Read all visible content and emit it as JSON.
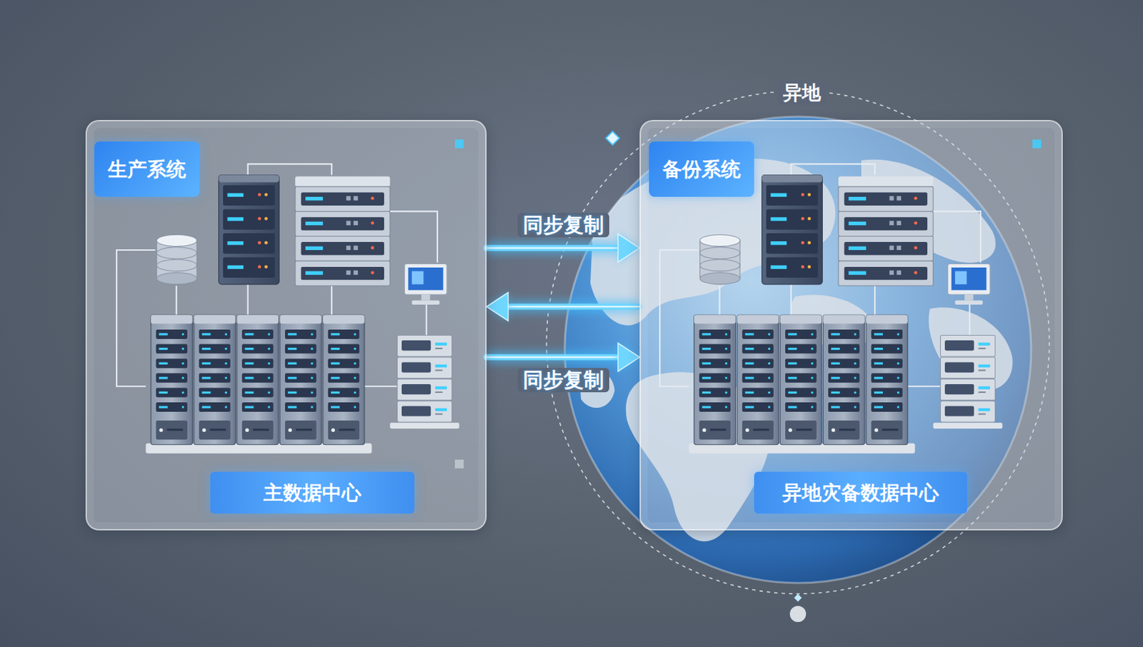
{
  "diagram": {
    "nodes": [
      {
        "text": [
          "生产系统",
          "主数据中心"
        ]
      },
      {
        "text": [
          "备份系统",
          "异地灾备数据中心"
        ]
      }
    ],
    "edges": [
      {
        "from": 0,
        "to": 1,
        "arrow": "to",
        "label": "同步复制"
      },
      {
        "from": 1,
        "to": 0,
        "arrow": "to"
      },
      {
        "from": 0,
        "to": 1,
        "arrow": "to",
        "label": "同步复制"
      }
    ],
    "labels": [
      "异地"
    ]
  }
}
